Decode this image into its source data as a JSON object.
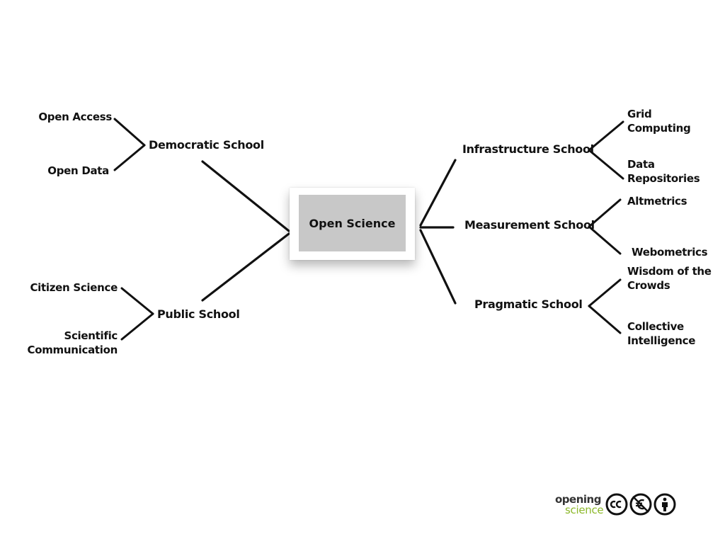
{
  "diagram": {
    "center": {
      "label": "Open Science"
    },
    "schools": [
      {
        "label": "Democratic School",
        "leaves": [
          "Open Access",
          "Open Data"
        ]
      },
      {
        "label": "Public School",
        "leaves": [
          "Citizen Science",
          "Scientific\nCommunication"
        ]
      },
      {
        "label": "Infrastructure School",
        "leaves": [
          "Grid\nComputing",
          "Data\nRepositories"
        ]
      },
      {
        "label": "Measurement School",
        "leaves": [
          "Altmetrics",
          "Webometrics"
        ]
      },
      {
        "label": "Pragmatic School",
        "leaves": [
          "Wisdom of the\nCrowds",
          "Collective\nIntelligence"
        ]
      }
    ]
  },
  "footer": {
    "logo_word_1": "opening",
    "logo_word_2": "science",
    "license_icons": [
      "creative-commons-icon",
      "non-commercial-icon",
      "attribution-icon"
    ],
    "logo_accent_color": "#8cb82a"
  },
  "colors": {
    "center_fill": "#c8c8c8",
    "stroke": "#111111",
    "background": "#ffffff"
  }
}
